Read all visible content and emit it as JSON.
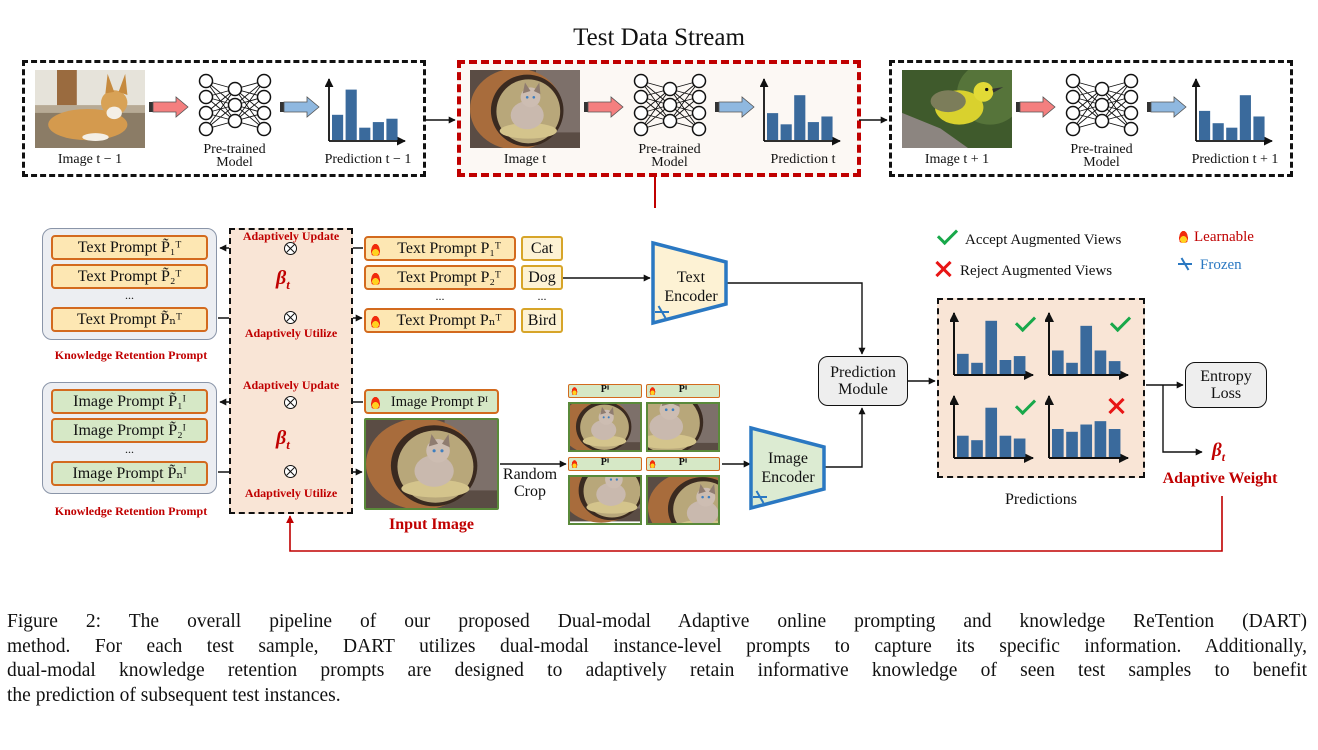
{
  "title": "Test Data Stream",
  "stream": [
    {
      "image_label": "Image t − 1",
      "model_label_line1": "Pre-trained",
      "model_label_line2": "Model",
      "prediction_label": "Prediction t − 1",
      "subject": "dog",
      "highlighted": false,
      "bars": [
        0.45,
        0.9,
        0.22,
        0.32,
        0.38
      ]
    },
    {
      "image_label": "Image t",
      "model_label_line1": "Pre-trained",
      "model_label_line2": "Model",
      "prediction_label": "Prediction t",
      "subject": "cat",
      "highlighted": true,
      "bars": [
        0.48,
        0.28,
        0.8,
        0.32,
        0.42
      ]
    },
    {
      "image_label": "Image t + 1",
      "model_label_line1": "Pre-trained",
      "model_label_line2": "Model",
      "prediction_label": "Prediction t + 1",
      "subject": "bird",
      "highlighted": false,
      "bars": [
        0.52,
        0.3,
        0.22,
        0.8,
        0.42
      ]
    }
  ],
  "legend": {
    "accept": "Accept Augmented Views",
    "reject": "Reject Augmented Views",
    "learnable": "Learnable",
    "frozen": "Frozen"
  },
  "text_branch": {
    "retention_prompts": [
      "Text Prompt P̃₁ᵀ",
      "Text Prompt P̃₂ᵀ",
      "...",
      "Text Prompt P̃ₙᵀ"
    ],
    "retention_label": "Knowledge Retention Prompt",
    "update_label": "Adaptively Update",
    "utilize_label": "Adaptively Utilize",
    "beta": "β",
    "beta_sub": "t",
    "instance_prompts": [
      "Text Prompt P₁ᵀ",
      "Text Prompt P₂ᵀ",
      "...",
      "Text Prompt Pₙᵀ"
    ],
    "classes": [
      "Cat",
      "Dog",
      "...",
      "Bird"
    ],
    "encoder_line1": "Text",
    "encoder_line2": "Encoder"
  },
  "image_branch": {
    "retention_prompts": [
      "Image Prompt P̃₁ᴵ",
      "Image Prompt P̃₂ᴵ",
      "...",
      "Image Prompt P̃ₙᴵ"
    ],
    "retention_label": "Knowledge Retention Prompt",
    "update_label": "Adaptively Update",
    "utilize_label": "Adaptively Utilize",
    "beta": "β",
    "beta_sub": "t",
    "instance_prompt": "Image Prompt Pᴵ",
    "input_image_label": "Input Image",
    "random_crop_line1": "Random",
    "random_crop_line2": "Crop",
    "crop_prompt_label": "Pᴵ",
    "encoder_line1": "Image",
    "encoder_line2": "Encoder"
  },
  "prediction_module": {
    "line1": "Prediction",
    "line2": "Module"
  },
  "predictions": {
    "label": "Predictions",
    "views": [
      {
        "status": "accept",
        "bars": [
          0.36,
          0.2,
          0.95,
          0.25,
          0.32
        ]
      },
      {
        "status": "accept",
        "bars": [
          0.42,
          0.2,
          0.86,
          0.42,
          0.23
        ]
      },
      {
        "status": "accept",
        "bars": [
          0.38,
          0.3,
          0.88,
          0.38,
          0.33
        ]
      },
      {
        "status": "reject",
        "bars": [
          0.5,
          0.45,
          0.58,
          0.64,
          0.5
        ]
      }
    ]
  },
  "entropy_loss": {
    "line1": "Entropy",
    "line2": "Loss"
  },
  "adaptive_weight": {
    "beta": "β",
    "beta_sub": "t",
    "label": "Adaptive Weight"
  },
  "colors": {
    "accent_red": "#c00000",
    "bar_blue": "#3a6a9c",
    "check_green": "#18a84a",
    "cross_red": "#e81515",
    "frozen_blue": "#2a78c2",
    "text_prompt_fill": "#fde7b3",
    "image_prompt_fill": "#d6e8c6"
  },
  "caption": {
    "lines": [
      "Figure 2: The overall pipeline of our proposed Dual-modal Adaptive online prompting and knowledge ReTention (DART)",
      "method. For each test sample, DART utilizes dual-modal instance-level prompts to capture its specific information. Additionally,",
      "dual-modal knowledge retention prompts are designed to adaptively retain informative knowledge of seen test samples to benefit",
      "the prediction of subsequent test instances."
    ]
  }
}
